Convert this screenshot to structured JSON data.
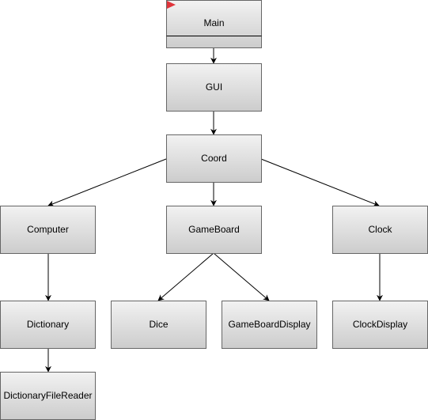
{
  "diagram": {
    "colors": {
      "box_fill_top": "#f2f2f2",
      "box_fill_bottom": "#cccccc",
      "box_stroke": "#666666",
      "edge": "#000000",
      "marker": "#e0343b"
    },
    "nodes": [
      {
        "id": "main",
        "label": "Main",
        "has_divider": true,
        "has_marker": true
      },
      {
        "id": "gui",
        "label": "GUI"
      },
      {
        "id": "coord",
        "label": "Coord"
      },
      {
        "id": "computer",
        "label": "Computer"
      },
      {
        "id": "gameboard",
        "label": "GameBoard"
      },
      {
        "id": "clock",
        "label": "Clock"
      },
      {
        "id": "dictionary",
        "label": "Dictionary"
      },
      {
        "id": "dice",
        "label": "Dice"
      },
      {
        "id": "gameboarddisplay",
        "label": "GameBoardDisplay"
      },
      {
        "id": "clockdisplay",
        "label": "ClockDisplay"
      },
      {
        "id": "dictionaryfilereader",
        "label": "DictionaryFileReader"
      }
    ],
    "edges": [
      {
        "from": "main",
        "to": "gui"
      },
      {
        "from": "gui",
        "to": "coord"
      },
      {
        "from": "coord",
        "to": "computer"
      },
      {
        "from": "coord",
        "to": "gameboard"
      },
      {
        "from": "coord",
        "to": "clock"
      },
      {
        "from": "computer",
        "to": "dictionary"
      },
      {
        "from": "dictionary",
        "to": "dictionaryfilereader"
      },
      {
        "from": "gameboard",
        "to": "dice"
      },
      {
        "from": "gameboard",
        "to": "gameboarddisplay"
      },
      {
        "from": "clock",
        "to": "clockdisplay"
      }
    ]
  }
}
